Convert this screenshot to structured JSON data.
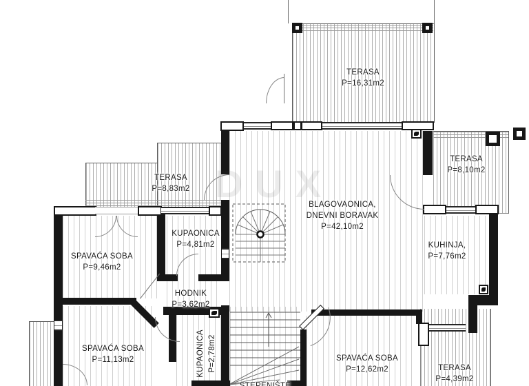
{
  "watermark": "DUX",
  "rooms": {
    "terasa_top": {
      "name": "TERASA",
      "area": "P=16,31m2"
    },
    "terasa_right": {
      "name": "TERASA",
      "area": "P=8,10m2"
    },
    "terasa_left": {
      "name": "TERASA",
      "area": "P=8,83m2"
    },
    "living": {
      "name": "BLAGOVAONICA,",
      "name2": "DNEVNI BORAVAK",
      "area": "P=42,10m2"
    },
    "kuhinja": {
      "name": "KUHINJA,",
      "area": "P=7,76m2"
    },
    "kupaonica": {
      "name": "KUPAONICA",
      "area": "P=4,81m2"
    },
    "spavaca1": {
      "name": "SPAVAĆA SOBA",
      "area": "P=9,46m2"
    },
    "hodnik": {
      "name": "HODNIK",
      "area": "P=3,62m2"
    },
    "spavaca2": {
      "name": "SPAVAĆA SOBA",
      "area": "P=11,13m2"
    },
    "kupaonica2": {
      "name": "KUPAONICA",
      "area": "P=2,78m2"
    },
    "spavaca3": {
      "name": "SPAVAĆA SOBA",
      "area": "P=12,62m2"
    },
    "terasa_br": {
      "name": "TERASA",
      "area": "P=4,39m2"
    },
    "stepeniste": {
      "name": "STEPENIŠTE"
    }
  }
}
